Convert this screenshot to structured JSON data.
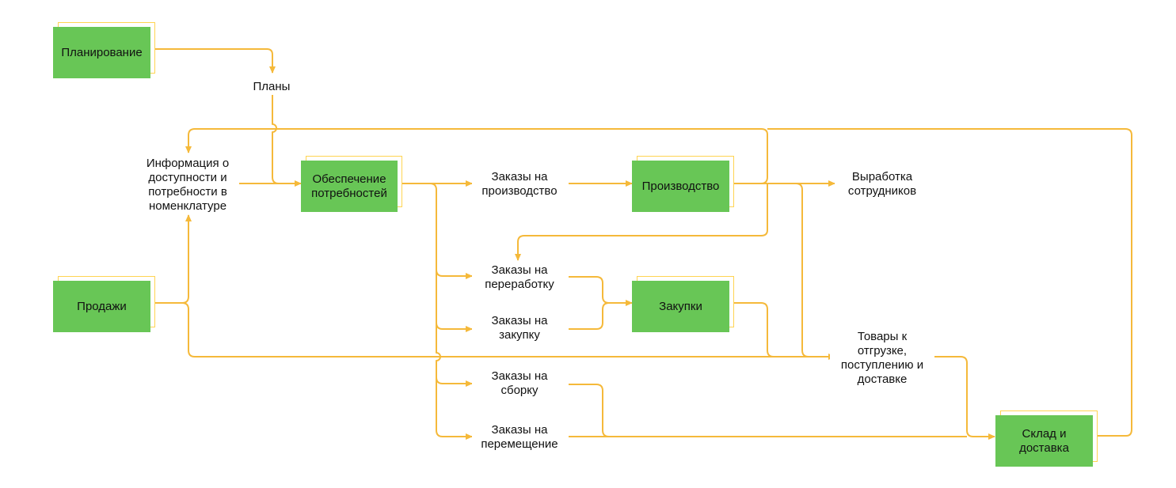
{
  "colors": {
    "block_fill": "#68c656",
    "arrow": "#f5b93a",
    "block_shadow_border": "#ffd451"
  },
  "blocks": {
    "planning": "Планирование",
    "provision": [
      "Обеспечение",
      "потребностей"
    ],
    "production": "Производство",
    "sales": "Продажи",
    "purchases": "Закупки",
    "warehouse": [
      "Склад и",
      "доставка"
    ]
  },
  "flows": {
    "plans": "Планы",
    "availability": [
      "Информация о",
      "доступности и",
      "потребности в",
      "номенклатуре"
    ],
    "production_orders": [
      "Заказы на",
      "производство"
    ],
    "employee_output": [
      "Выработка",
      "сотрудников"
    ],
    "processing_orders": [
      "Заказы на",
      "переработку"
    ],
    "purchase_orders": [
      "Заказы на",
      "закупку"
    ],
    "goods": [
      "Товары к",
      "отгрузке,",
      "поступлению и",
      "доставке"
    ],
    "assembly_orders": [
      "Заказы на",
      "сборку"
    ],
    "transfer_orders": [
      "Заказы на",
      "перемещение"
    ]
  }
}
